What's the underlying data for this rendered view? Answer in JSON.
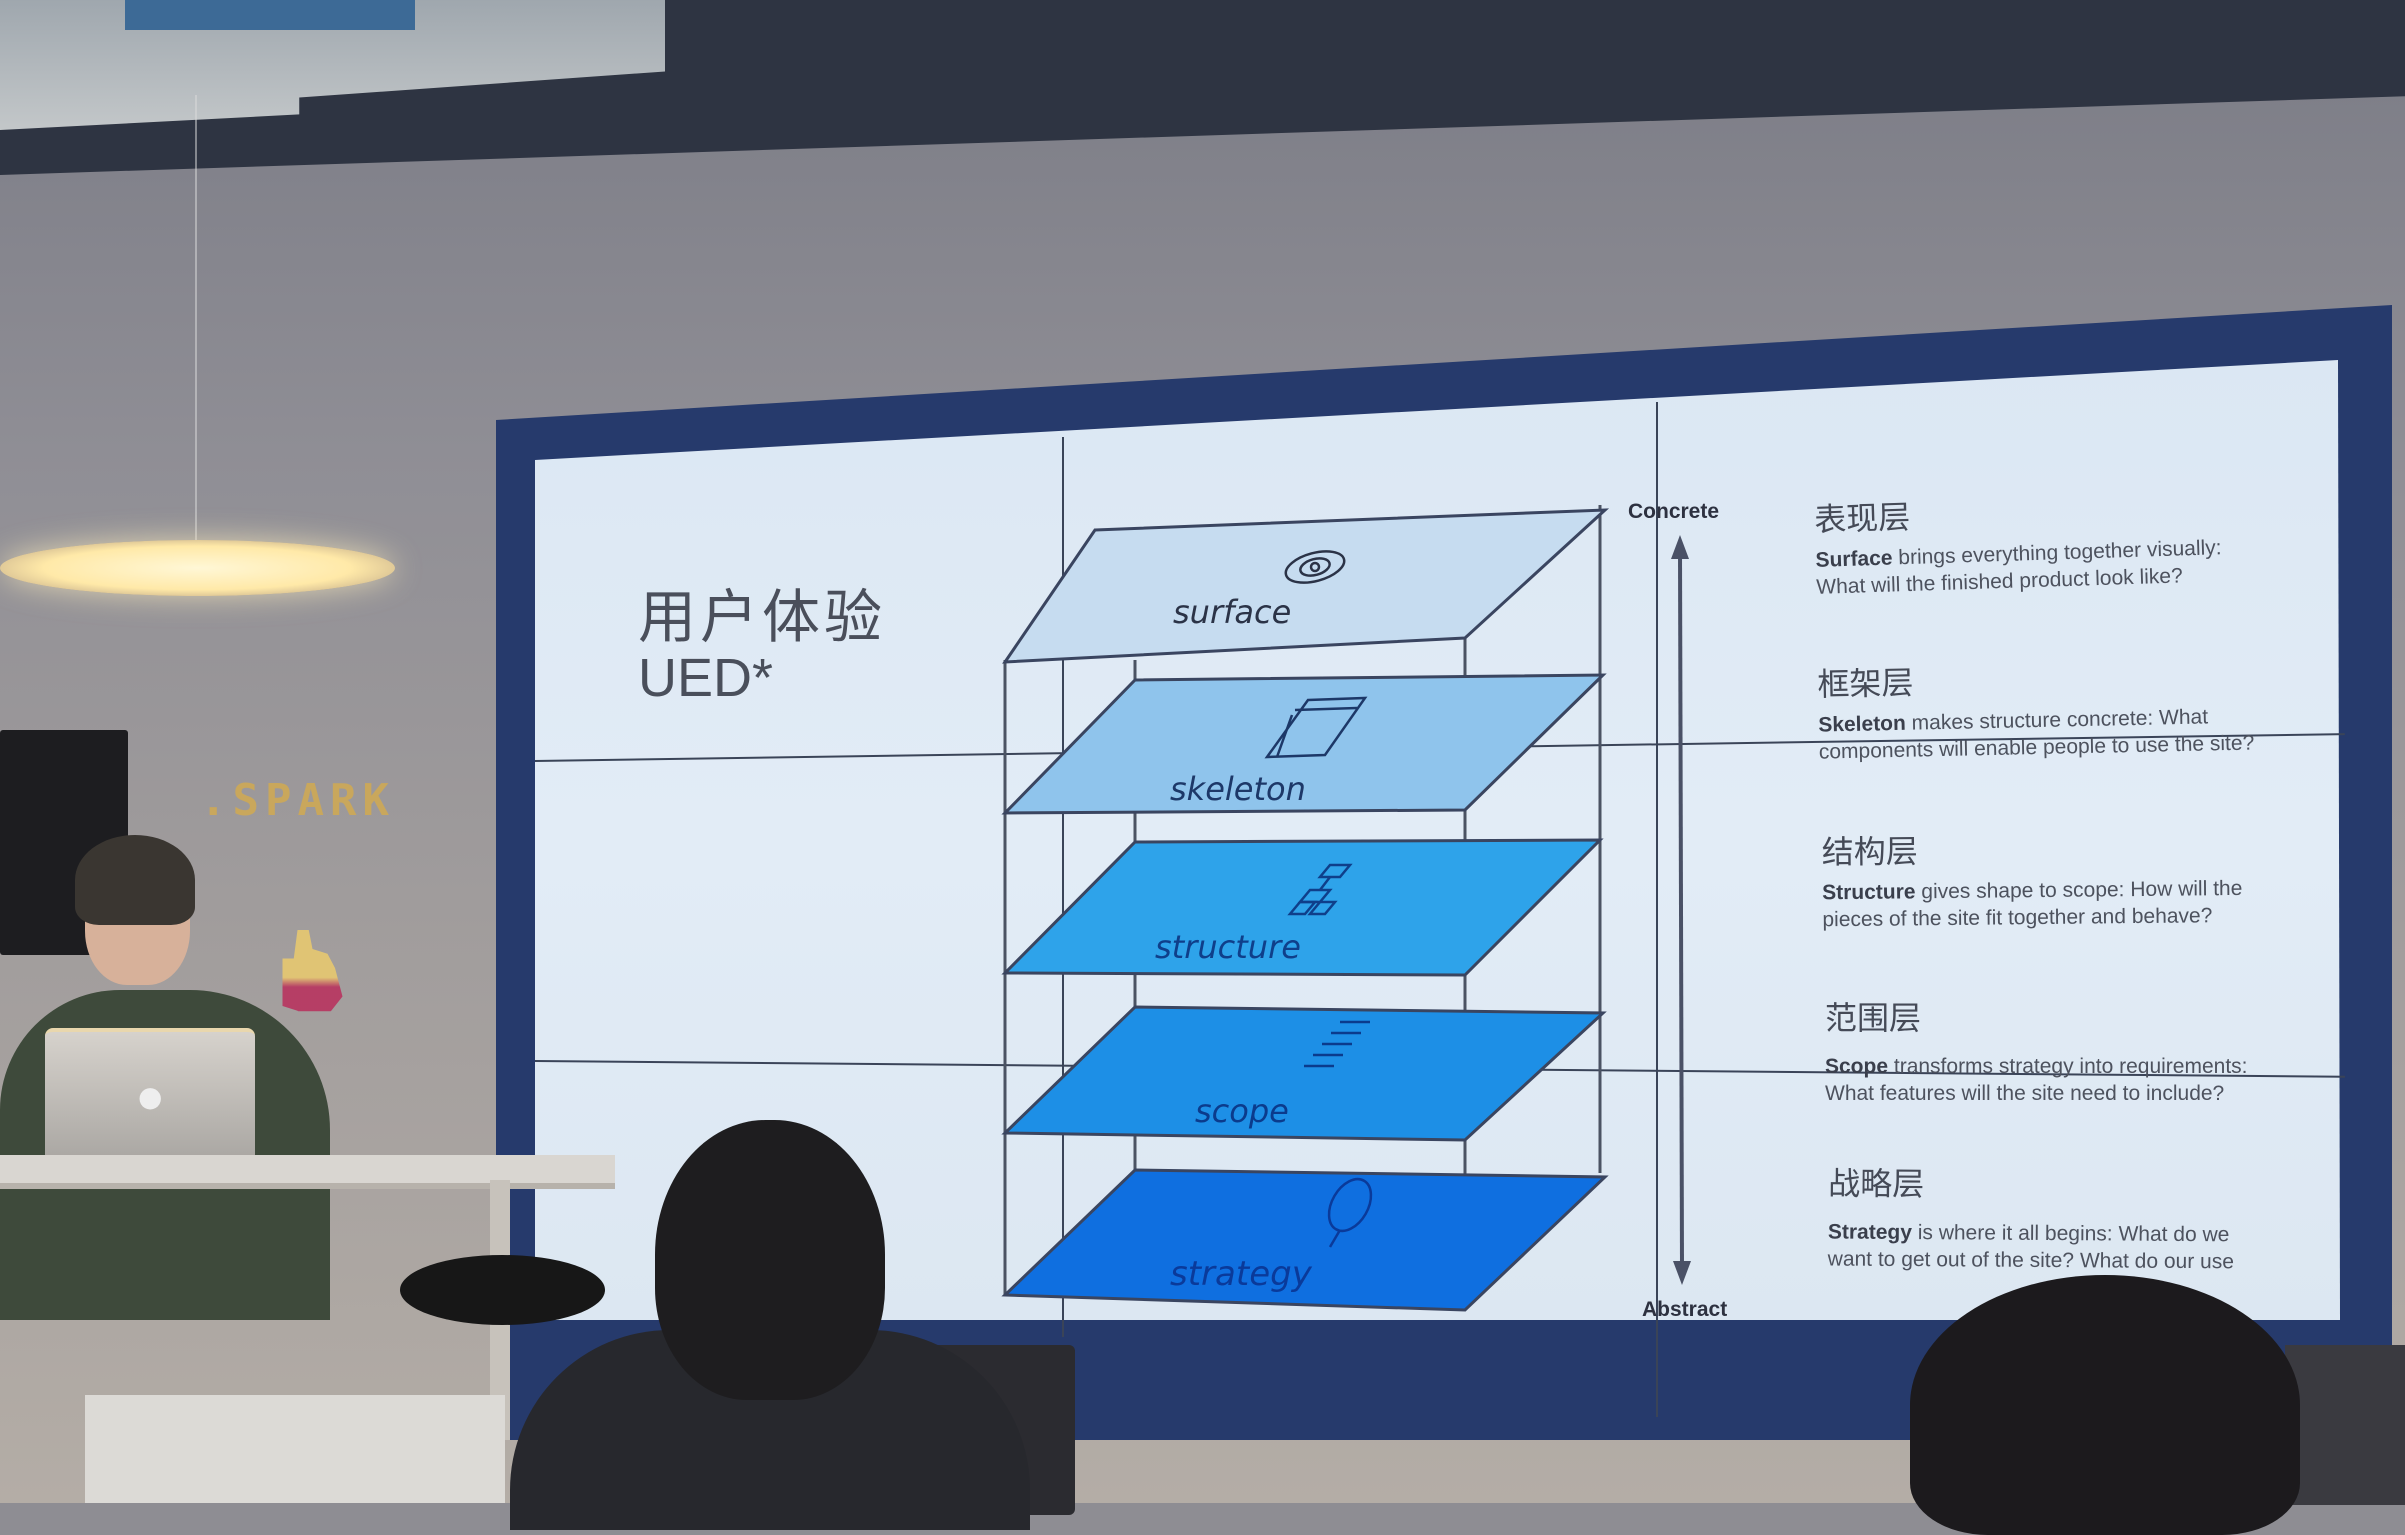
{
  "slide": {
    "title_cn": "用户体验",
    "title_en": "UED*",
    "axis": {
      "top_label": "Concrete",
      "bottom_label": "Abstract"
    },
    "planes": [
      {
        "key": "surface",
        "label": "surface",
        "icon": "eye-icon",
        "color": "#c6dcf0"
      },
      {
        "key": "skeleton",
        "label": "skeleton",
        "icon": "wireframe-icon",
        "color": "#8fc4ec"
      },
      {
        "key": "structure",
        "label": "structure",
        "icon": "hierarchy-icon",
        "color": "#2ea3ea"
      },
      {
        "key": "scope",
        "label": "scope",
        "icon": "list-icon",
        "color": "#1d8fe6"
      },
      {
        "key": "strategy",
        "label": "strategy",
        "icon": "lightbulb-icon",
        "color": "#0f6fe0"
      }
    ],
    "layers": [
      {
        "heading": "表现层",
        "bold": "Surface",
        "text": " brings everything together visually: What will the finished product look like?"
      },
      {
        "heading": "框架层",
        "bold": "Skeleton",
        "text": " makes structure concrete: What components will enable people to use the site?"
      },
      {
        "heading": "结构层",
        "bold": "Structure",
        "text": " gives shape to scope: How will the pieces of the site fit together and behave?"
      },
      {
        "heading": "范围层",
        "bold": "Scope",
        "text": " transforms strategy into requirements: What features will the site need to include?"
      },
      {
        "heading": "战略层",
        "bold": "Strategy",
        "text": " is where it all begins: What do we want to get out of the site? What do our use"
      }
    ]
  },
  "room": {
    "wall_sign": ".SPARK",
    "colors": {
      "frame": "#263a6c",
      "screen": "#dde8f3",
      "text": "#4a4f5b"
    }
  }
}
